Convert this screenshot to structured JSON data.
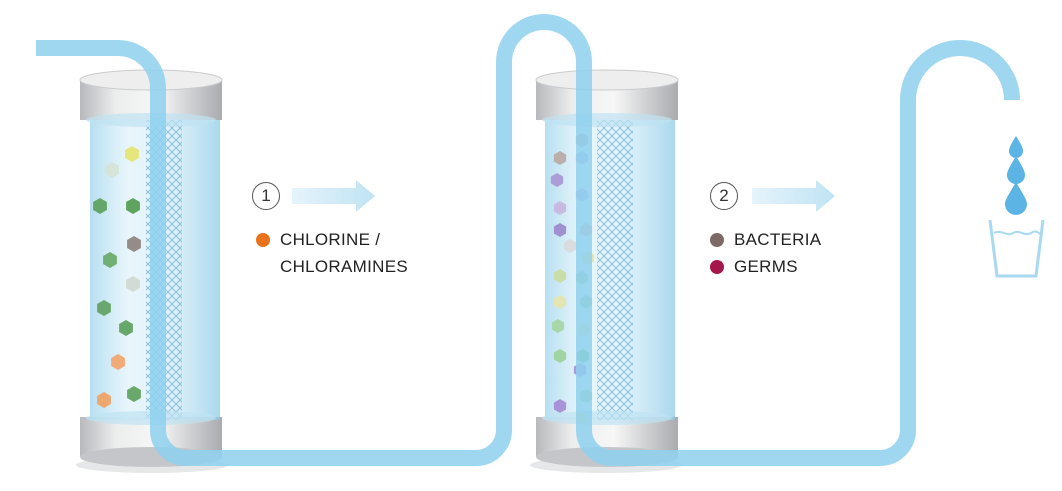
{
  "steps": [
    {
      "number": "1"
    },
    {
      "number": "2"
    }
  ],
  "legend1": {
    "items": [
      {
        "color": "#e8731c",
        "lines": [
          "CHLORINE /",
          "CHLORAMINES"
        ]
      }
    ]
  },
  "legend2": {
    "items": [
      {
        "color": "#7d6a66",
        "lines": [
          "BACTERIA"
        ]
      },
      {
        "color": "#a5174a",
        "lines": [
          "GERMS"
        ]
      }
    ]
  },
  "colors": {
    "pipe": "#8ed0ee",
    "arrow": "#c7e8f6",
    "water_drop": "#5bb4e3",
    "cap": "#d9dadc",
    "glass": "#cfeaf6"
  },
  "particles_filter1": [
    "#e6e46f",
    "#d6e2d6",
    "#5aa05a",
    "#4f9a4f",
    "#8c7f7a",
    "#66a866",
    "#d0d8d0",
    "#5fa05f",
    "#5a9e5a",
    "#f2a36a",
    "#5aa05a",
    "#f0a060"
  ],
  "particles_filter2": [
    "#b6a8a4",
    "#b9a7a3",
    "#b4a6d8",
    "#a895d6",
    "#b6a6da",
    "#c9b5df",
    "#e3b3b3",
    "#9b86cc",
    "#d9d9d9",
    "#e6e3a8",
    "#c8dc9e",
    "#9fd19a",
    "#e7e4ac",
    "#9ed39b",
    "#a5d5a2",
    "#e7e4ac",
    "#9ad39a",
    "#6fc77c",
    "#a88fd8",
    "#a48ad6",
    "#9fd09a",
    "#e3e0a8"
  ],
  "icons": {
    "arrow": "arrow-right-icon",
    "filter": "filter-cartridge-icon",
    "drops": "water-drop-icon",
    "glass": "glass-icon"
  }
}
